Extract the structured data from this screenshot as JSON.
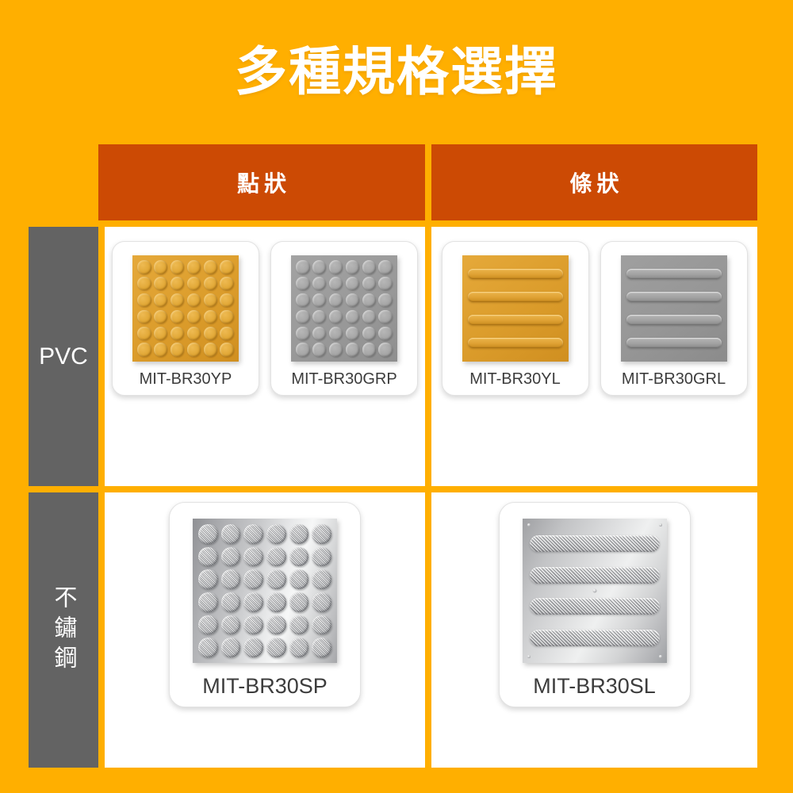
{
  "page": {
    "title": "多種規格選擇",
    "background_color": "#FFAF00",
    "header_color": "#CC4A04",
    "row_label_color": "#636363",
    "cell_color": "#FFFFFF"
  },
  "table": {
    "column_headers": [
      {
        "label": "點狀",
        "key": "dot"
      },
      {
        "label": "條狀",
        "key": "bar"
      }
    ],
    "row_headers": [
      {
        "label": "PVC",
        "key": "pvc"
      },
      {
        "label": "不鏽鋼",
        "key": "stainless"
      }
    ],
    "cells": {
      "pvc_dot": [
        {
          "code": "MIT-BR30YP",
          "material": "PVC",
          "pattern": "dot",
          "color": "yellow"
        },
        {
          "code": "MIT-BR30GRP",
          "material": "PVC",
          "pattern": "dot",
          "color": "gray"
        }
      ],
      "pvc_bar": [
        {
          "code": "MIT-BR30YL",
          "material": "PVC",
          "pattern": "bar",
          "color": "yellow"
        },
        {
          "code": "MIT-BR30GRL",
          "material": "PVC",
          "pattern": "bar",
          "color": "gray"
        }
      ],
      "stainless_dot": [
        {
          "code": "MIT-BR30SP",
          "material": "stainless",
          "pattern": "dot",
          "color": "steel"
        }
      ],
      "stainless_bar": [
        {
          "code": "MIT-BR30SL",
          "material": "stainless",
          "pattern": "bar",
          "color": "steel"
        }
      ]
    }
  }
}
